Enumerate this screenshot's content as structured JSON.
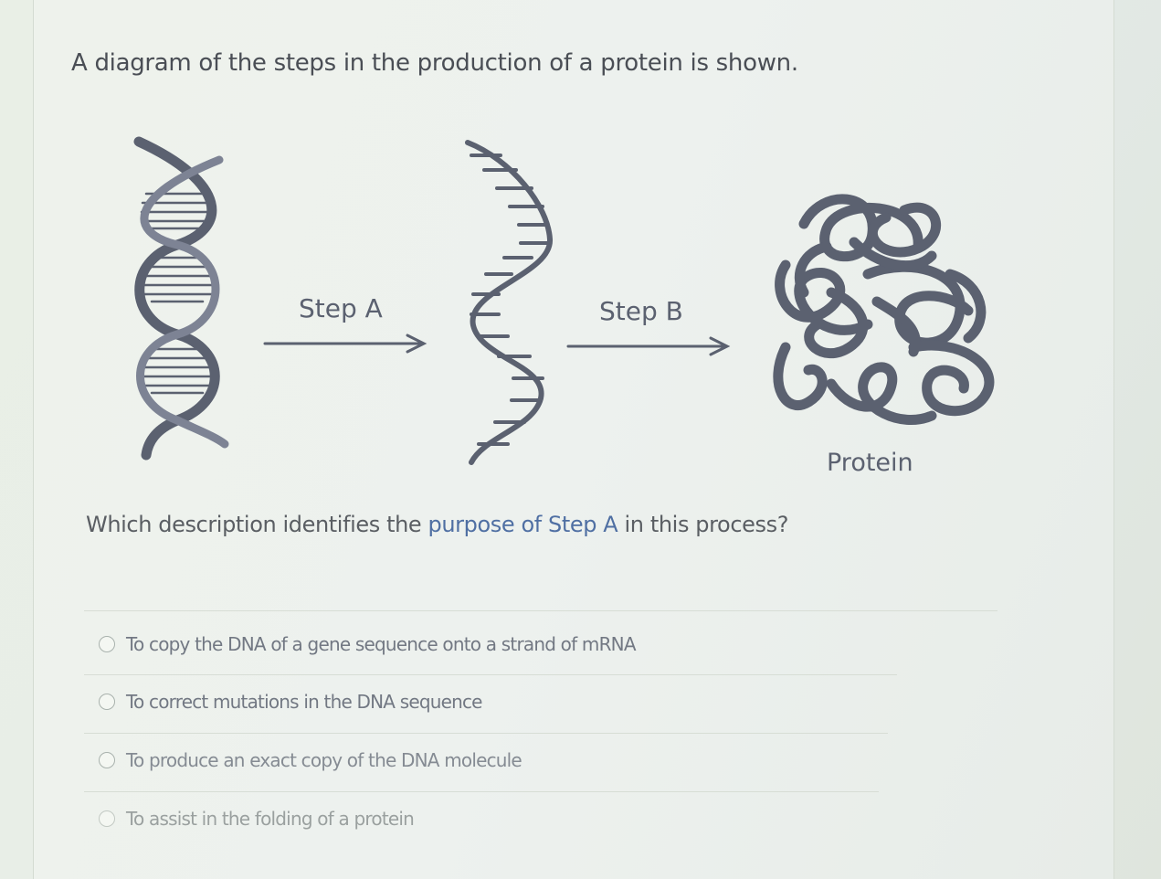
{
  "prompt": {
    "intro": "A diagram of the steps in the production of a protein is shown.",
    "question_pre": "Which description identifies the ",
    "question_highlight": "purpose of Step A",
    "question_post": " in this process?"
  },
  "diagram": {
    "step_a_label": "Step A",
    "step_b_label": "Step B",
    "protein_label": "Protein"
  },
  "options": [
    {
      "label": "To copy the DNA of a gene sequence onto a strand of mRNA",
      "selected": false
    },
    {
      "label": "To correct mutations in the DNA sequence",
      "selected": false
    },
    {
      "label": "To produce an exact copy of the DNA molecule",
      "selected": false
    },
    {
      "label": "To assist in the folding of a protein",
      "selected": false
    }
  ],
  "colors": {
    "diagram_stroke": "#5b6170",
    "question_highlight": "#4f6fa3"
  }
}
